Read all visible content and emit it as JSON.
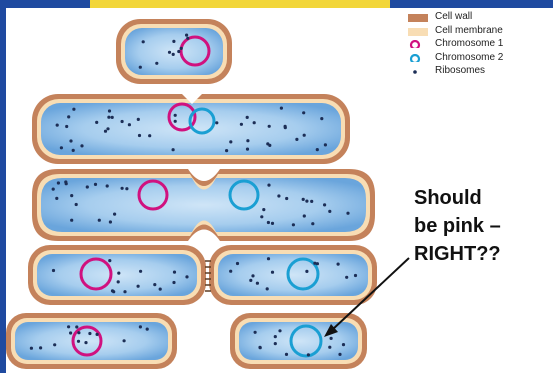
{
  "legend": [
    {
      "label": "Cell wall",
      "icon": "cell-wall-swatch",
      "color": "#c4825b"
    },
    {
      "label": "Cell membrane",
      "icon": "cell-membrane-swatch",
      "color": "#f8ddb4"
    },
    {
      "label": "Chromosome 1",
      "icon": "chromosome-ring-icon",
      "color": "#d0117f"
    },
    {
      "label": "Chromosome 2",
      "icon": "chromosome-ring-icon",
      "color": "#1a9fd3"
    },
    {
      "label": "Ribosomes",
      "icon": "ribosome-dot-icon",
      "color": "#1c2e56"
    }
  ],
  "annotation": {
    "lines": [
      "Should",
      "be pink –",
      "RIGHT??"
    ]
  },
  "colors": {
    "background_frame": "#1f4aa0",
    "frame_ribbon": "#f2d63a",
    "cytoplasm": "#7fb6e6",
    "cytoplasm_light": "#cfe5f7",
    "cell_wall": "#c4825b",
    "cell_membrane": "#f8ddb4",
    "chromosome_1": "#d0117f",
    "chromosome_2": "#1a9fd3",
    "ribosome": "#1c2e56",
    "arrow": "#111111"
  }
}
